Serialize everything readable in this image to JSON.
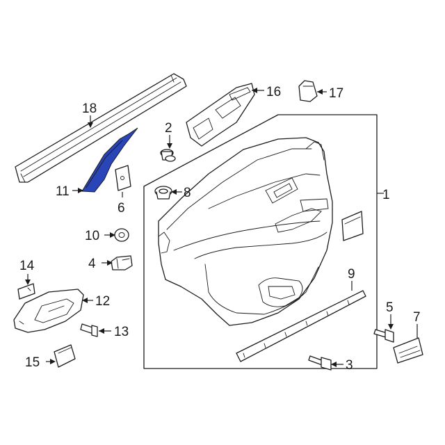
{
  "diagram": {
    "highlight_color": "#2a45b8",
    "line_color": "#1a1a1a",
    "background": "#ffffff",
    "callouts": {
      "c1": "1",
      "c2": "2",
      "c3": "3",
      "c4": "4",
      "c5": "5",
      "c6": "6",
      "c7": "7",
      "c8": "8",
      "c9": "9",
      "c10": "10",
      "c11": "11",
      "c12": "12",
      "c13": "13",
      "c14": "14",
      "c15": "15",
      "c16": "16",
      "c17": "17",
      "c18": "18"
    },
    "highlighted_part": "11"
  }
}
